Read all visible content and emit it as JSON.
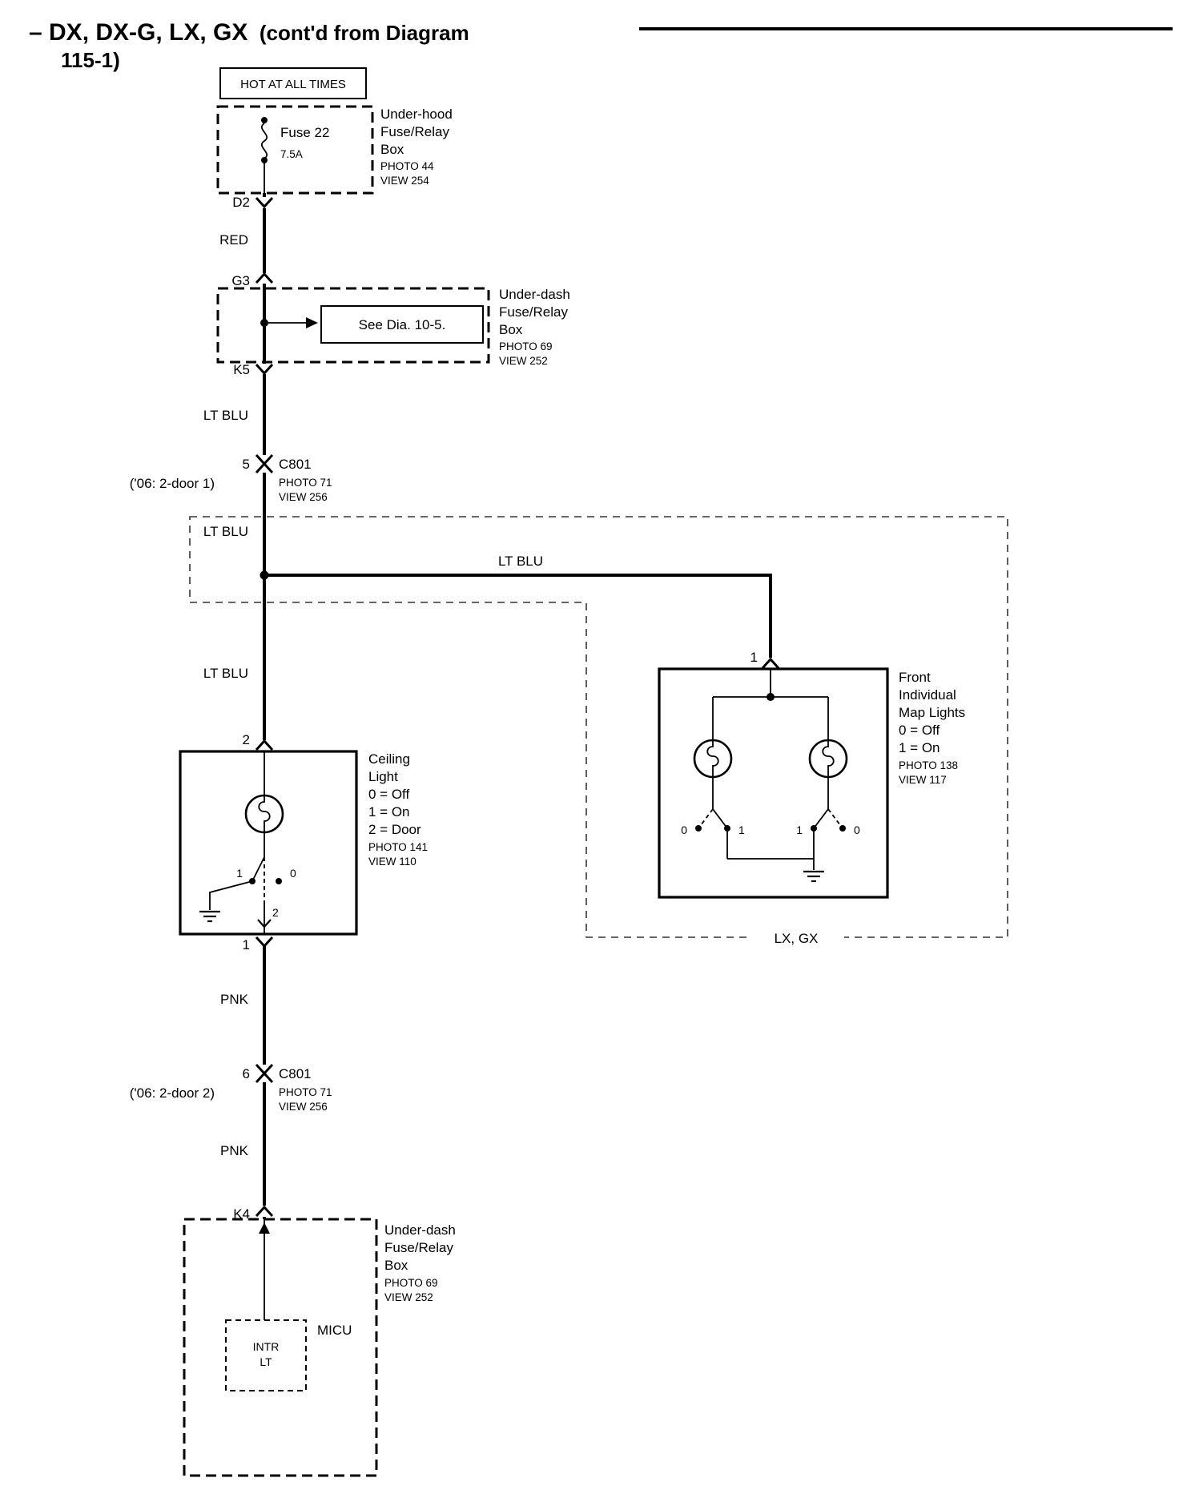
{
  "title": {
    "main": "– DX, DX-G, LX, GX",
    "cont": "(cont'd from Diagram",
    "cont2": "115-1)"
  },
  "hot": "HOT AT ALL TIMES",
  "underhood": {
    "fuse": "Fuse 22",
    "amp": "7.5A",
    "lines": [
      "Under-hood",
      "Fuse/Relay",
      "Box"
    ],
    "photo": "PHOTO 44",
    "view": "VIEW 254"
  },
  "pins": {
    "d2": "D2",
    "g3": "G3",
    "k5": "K5",
    "k4": "K4",
    "c5": "5",
    "c6": "6",
    "ceil_in": "2",
    "ceil_out": "1",
    "map_in": "1"
  },
  "wires": {
    "red": "RED",
    "ltblu": "LT BLU",
    "pnk": "PNK"
  },
  "underdash1": {
    "see": "See Dia. 10-5.",
    "lines": [
      "Under-dash",
      "Fuse/Relay",
      "Box"
    ],
    "photo": "PHOTO 69",
    "view": "VIEW 252"
  },
  "c801a": {
    "name": "C801",
    "photo": "PHOTO 71",
    "view": "VIEW 256",
    "note": "('06: 2-door 1)"
  },
  "c801b": {
    "name": "C801",
    "photo": "PHOTO 71",
    "view": "VIEW 256",
    "note": "('06: 2-door 2)"
  },
  "ceiling": {
    "lines": [
      "Ceiling",
      "Light",
      "0 = Off",
      "1 = On",
      "2 = Door"
    ],
    "photo": "PHOTO 141",
    "view": "VIEW 110",
    "sw1": "1",
    "sw0": "0",
    "sw2": "2"
  },
  "map": {
    "lines": [
      "Front",
      "Individual",
      "Map Lights",
      "0 = Off",
      "1 = On"
    ],
    "photo": "PHOTO 138",
    "view": "VIEW 117",
    "lsw_l": "0",
    "lsw_r": "1",
    "rsw_l": "1",
    "rsw_r": "0"
  },
  "region": "LX, GX",
  "underdash2": {
    "lines": [
      "Under-dash",
      "Fuse/Relay",
      "Box"
    ],
    "photo": "PHOTO 69",
    "view": "VIEW 252",
    "micu": "MICU",
    "intr1": "INTR",
    "intr2": "LT"
  }
}
